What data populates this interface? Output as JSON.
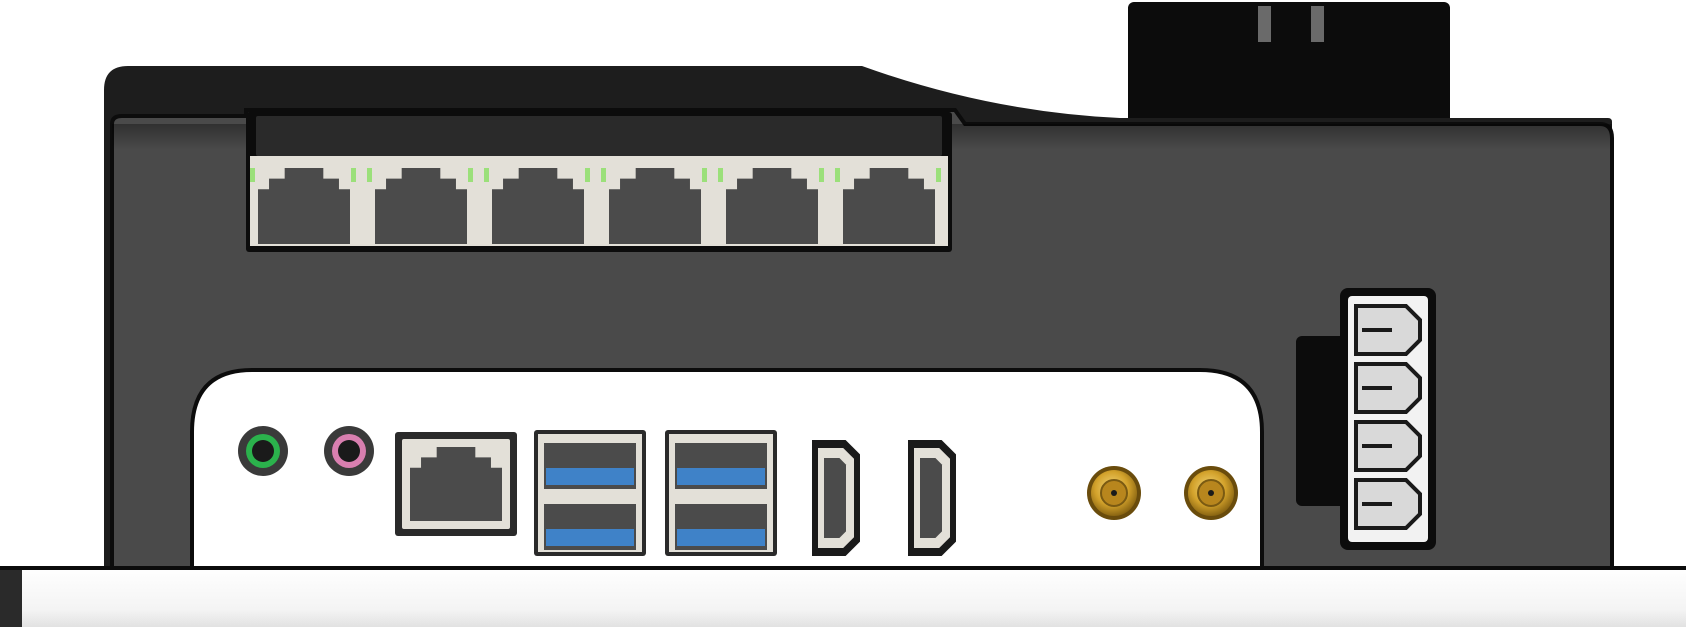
{
  "scene": {
    "subject": "rear-io-panel",
    "colors": {
      "background": "#ffffff",
      "chassis": "#4a4a4a",
      "chassis_dark": "#1d1d1d",
      "chassis_edge": "#0c0c0c",
      "io_shield": "#ffffff",
      "port_housing": "#e3e0d8",
      "port_cavity": "#4b4b4b",
      "link_led": "#9be07a",
      "usb_tongue": "#3f82c8",
      "audio_line_out": "#2bb24c",
      "audio_mic_in": "#d97fb0",
      "antenna_gold": "#d3a22b",
      "power_connector": "#f2f2f2"
    },
    "ports": {
      "ethernet_top_count": 6,
      "ethernet_bottom_count": 1,
      "usb_count": 4,
      "hdmi_count": 2,
      "audio_jack_count": 2,
      "antenna_count": 2,
      "power_pin_count": 4
    }
  }
}
